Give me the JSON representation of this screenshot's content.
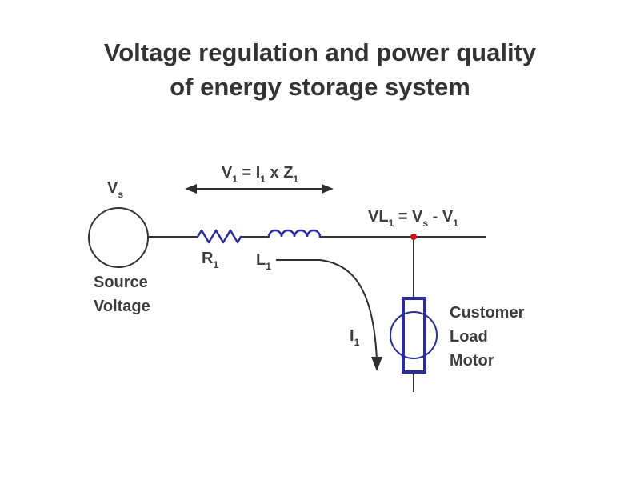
{
  "title": {
    "line1": "Voltage regulation and power quality",
    "line2": "of energy storage system"
  },
  "colors": {
    "component_blue": "#2b2e96",
    "wire_dark": "#333333",
    "arrow_dark": "#2e2e2e",
    "node_red": "#cc1111",
    "text_dark": "#3d3d3d"
  },
  "labels": {
    "source_symbol": {
      "main": "V",
      "sub": "s"
    },
    "source_caption": {
      "line1": "Source",
      "line2": "Voltage"
    },
    "resistor": {
      "main": "R",
      "sub": "1"
    },
    "inductor": {
      "main": "L",
      "sub": "1"
    },
    "current": {
      "main": "I",
      "sub": "1"
    },
    "eq_drop": {
      "p1": "V",
      "s1": "1",
      "p2": " = I",
      "s2": "1",
      "p3": " x Z",
      "s3": "1"
    },
    "eq_load": {
      "p1": "VL",
      "s1": "1",
      "p2": " = V",
      "s2": "s",
      "p3": " - V",
      "s3": "1"
    },
    "load_caption": {
      "line1": "Customer",
      "line2": "Load",
      "line3": "Motor"
    }
  }
}
